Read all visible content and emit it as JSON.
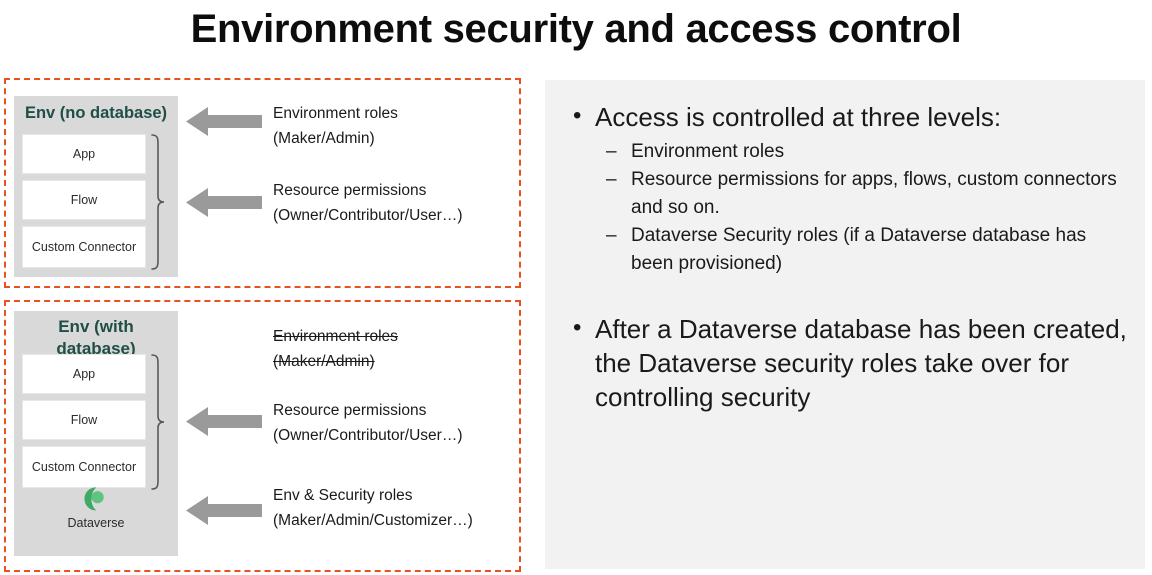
{
  "slide": {
    "title": "Environment security and access control",
    "accent_orange": "#e8521f",
    "env_title_color": "#1f4e46",
    "env_box_color": "#d9d9d9",
    "arrow_color": "#9a9a9a",
    "panel_bg": "#f2f2f2"
  },
  "diagram": {
    "group_no_database": {
      "env_title": "Env (no database)",
      "resources": [
        {
          "label": "App"
        },
        {
          "label": "Flow"
        },
        {
          "label": "Custom Connector"
        }
      ],
      "callouts": [
        {
          "name": "environment-roles",
          "line1": "Environment roles",
          "line2": "(Maker/Admin)",
          "struck": false,
          "arrow": true
        },
        {
          "name": "resource-permissions",
          "line1": "Resource permissions",
          "line2": "(Owner/Contributor/User…)",
          "struck": false,
          "arrow": true
        }
      ]
    },
    "group_with_database": {
      "env_title_line1": "Env (with",
      "env_title_line2": "database)",
      "resources": [
        {
          "label": "App"
        },
        {
          "label": "Flow"
        },
        {
          "label": "Custom Connector"
        }
      ],
      "dataverse": {
        "icon": "dataverse-icon",
        "label": "Dataverse"
      },
      "callouts": [
        {
          "name": "environment-roles-struck",
          "line1": "Environment roles",
          "line2": "(Maker/Admin)",
          "struck": true,
          "arrow": false
        },
        {
          "name": "resource-permissions",
          "line1": "Resource permissions",
          "line2": "(Owner/Contributor/User…)",
          "struck": false,
          "arrow": true
        },
        {
          "name": "env-and-security-roles",
          "line1": "Env & Security roles",
          "line2": "(Maker/Admin/Customizer…)",
          "struck": false,
          "arrow": true
        }
      ]
    }
  },
  "right_panel": {
    "bullet1": {
      "marker": "•",
      "text": "Access is controlled at three levels:",
      "sub_marker": "–",
      "sub_items": [
        "Environment roles",
        "Resource permissions for apps, flows, custom connectors and so on.",
        "Dataverse Security roles (if a Dataverse database has been provisioned)"
      ]
    },
    "bullet2": {
      "marker": "•",
      "text": "After a Dataverse database has been created, the Dataverse security roles take over for controlling security"
    }
  }
}
